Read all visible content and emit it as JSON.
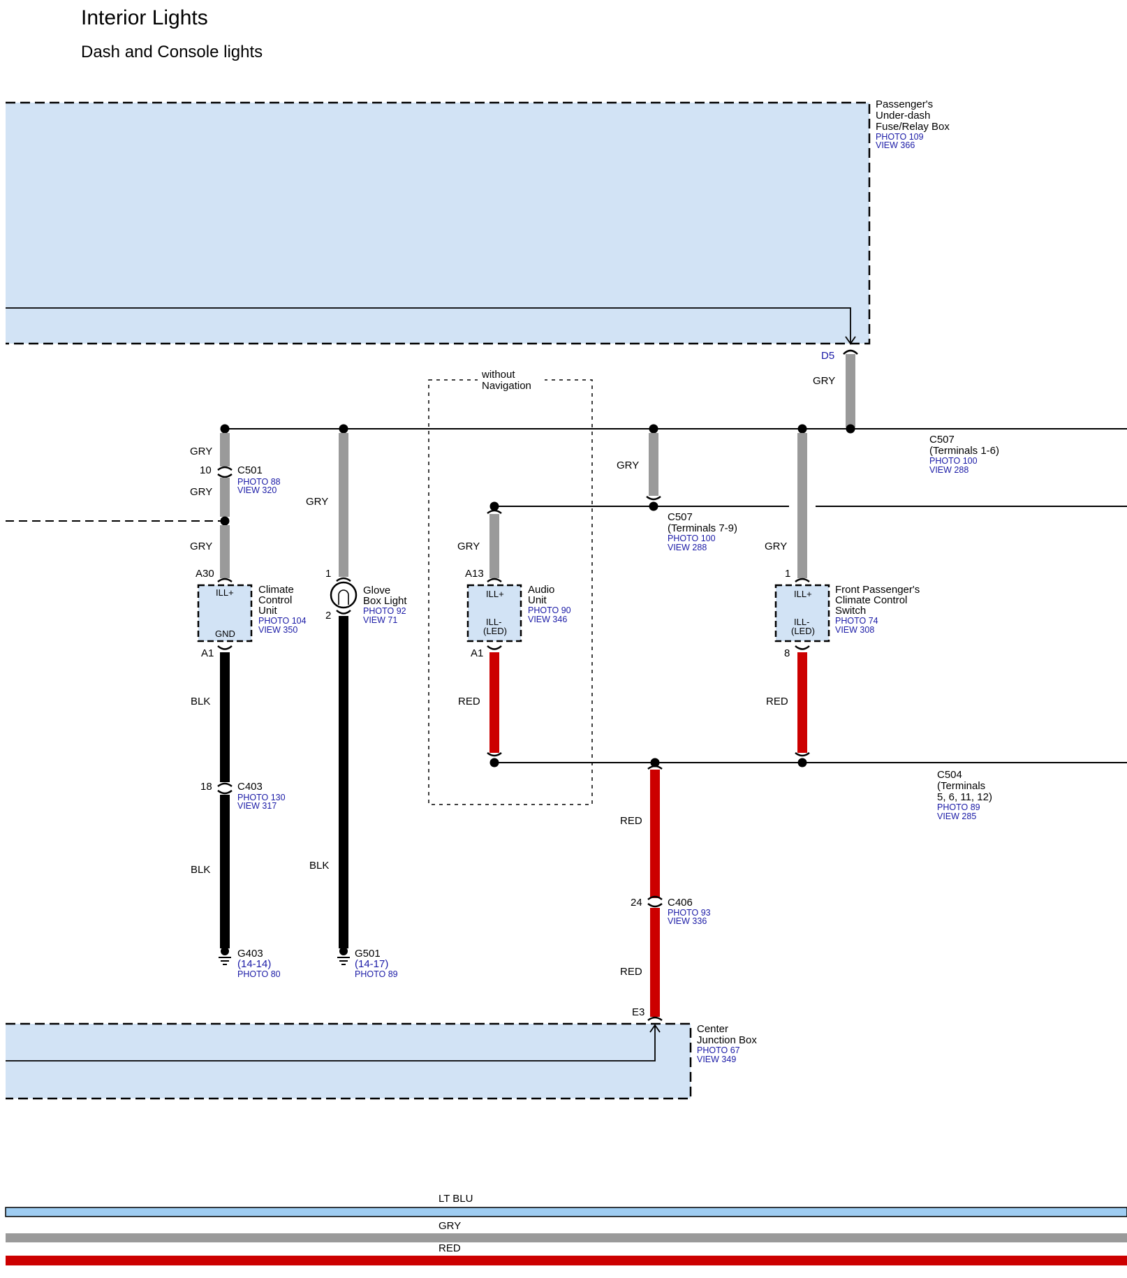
{
  "title": "Interior Lights",
  "subtitle": "Dash and Console lights",
  "colors": {
    "box_fill": "#d2e3f5",
    "gry": "#9a9a9a",
    "red": "#cc0000",
    "blk": "#000000",
    "lt_blu": "#9fcdf2",
    "ref_text": "#1a1aa6"
  },
  "fuse_box": {
    "lines": [
      "Passenger's",
      "Under-dash",
      "Fuse/Relay Box"
    ],
    "refs": [
      "PHOTO 109",
      "VIEW 366"
    ],
    "pin": "D5",
    "wire": "GRY"
  },
  "c507_a": {
    "lines": [
      "C507",
      "(Terminals 1-6)"
    ],
    "refs": [
      "PHOTO 100",
      "VIEW 288"
    ]
  },
  "c507_b": {
    "lines": [
      "C507",
      "(Terminals 7-9)"
    ],
    "refs": [
      "PHOTO 100",
      "VIEW 288"
    ],
    "wire": "GRY"
  },
  "nav_group": {
    "lines": [
      "without",
      "Navigation"
    ]
  },
  "climate": {
    "wire_top": "GRY",
    "c501_pin": "10",
    "c501_name": "C501",
    "c501_refs": [
      "PHOTO 88",
      "VIEW 320"
    ],
    "wire_mid": "GRY",
    "wire_low": "GRY",
    "pin_top": "A30",
    "lines": [
      "Climate",
      "Control",
      "Unit"
    ],
    "refs": [
      "PHOTO 104",
      "VIEW 350"
    ],
    "term_top": "ILL+",
    "term_bot": "GND",
    "pin_bot": "A1",
    "wire_blk1": "BLK",
    "c403_pin": "18",
    "c403_name": "C403",
    "c403_refs": [
      "PHOTO 130",
      "VIEW 317"
    ],
    "wire_blk2": "BLK",
    "ground": "G403",
    "ground_loc": "(14-14)",
    "ground_ref": "PHOTO 80"
  },
  "glove": {
    "wire_top": "GRY",
    "pin_top": "1",
    "pin_bot": "2",
    "lines": [
      "Glove",
      "Box Light"
    ],
    "refs": [
      "PHOTO 92",
      "VIEW 71"
    ],
    "wire_blk": "BLK",
    "ground": "G501",
    "ground_loc": "(14-17)",
    "ground_ref": "PHOTO 89"
  },
  "audio": {
    "wire_top": "GRY",
    "pin_top": "A13",
    "lines": [
      "Audio",
      "Unit"
    ],
    "refs": [
      "PHOTO 90",
      "VIEW 346"
    ],
    "term_top": "ILL+",
    "term_bot": [
      "ILL-",
      "(LED)"
    ],
    "pin_bot": "A1",
    "wire_red": "RED"
  },
  "front_pass": {
    "wire_top": "GRY",
    "pin_top": "1",
    "lines": [
      "Front Passenger's",
      "Climate Control",
      "Switch"
    ],
    "refs": [
      "PHOTO 74",
      "VIEW 308"
    ],
    "term_top": "ILL+",
    "term_bot": [
      "ILL-",
      "(LED)"
    ],
    "pin_bot": "8",
    "wire_red": "RED"
  },
  "c504": {
    "lines": [
      "C504",
      "(Terminals",
      "5, 6, 11, 12)"
    ],
    "refs": [
      "PHOTO 89",
      "VIEW 285"
    ]
  },
  "center": {
    "wire_top": "RED",
    "c406_pin": "24",
    "c406_name": "C406",
    "c406_refs": [
      "PHOTO 93",
      "VIEW 336"
    ],
    "wire_bot": "RED",
    "pin": "E3",
    "lines": [
      "Center",
      "Junction Box"
    ],
    "refs": [
      "PHOTO 67",
      "VIEW 349"
    ]
  },
  "legend": [
    {
      "label": "LT BLU",
      "color": "#9fcdf2"
    },
    {
      "label": "GRY",
      "color": "#9a9a9a"
    },
    {
      "label": "RED",
      "color": "#cc0000"
    }
  ]
}
